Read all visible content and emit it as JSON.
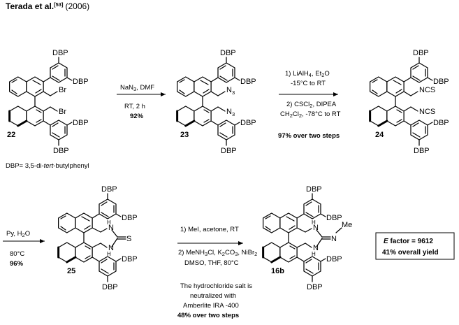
{
  "header": {
    "author": "Terada et al.",
    "ref": "[53]",
    "year": "(2006)"
  },
  "labels": {
    "dbp": "DBP",
    "br": "Br",
    "n3": "N",
    "n3_sub": "3",
    "ncs": "NCS",
    "nh": "N",
    "h": "H",
    "s": "S",
    "me": "Me",
    "n_eq": "N"
  },
  "compounds": {
    "c22": "22",
    "c23": "23",
    "c24": "24",
    "c25": "25",
    "c16b": "16b"
  },
  "definition": {
    "prefix": "DBP= 3,5-di-",
    "italic": "tert",
    "suffix": "-butylphenyl"
  },
  "steps": {
    "s1": {
      "reagent": "NaN",
      "reagent_sub": "3",
      "reagent_tail": ", DMF",
      "time": "RT, 2 h",
      "yield": "92%"
    },
    "s2": {
      "line1_a": "1) LiAlH",
      "line1_sub": "4",
      "line1_b": ", Et",
      "line1_sub2": "2",
      "line1_c": "O",
      "line2": "-15°C to RT",
      "line3_a": "2) CSCl",
      "line3_sub": "2",
      "line3_b": ", DIPEA",
      "line4_a": "CH",
      "line4_sub": "2",
      "line4_b": "Cl",
      "line4_sub2": "2",
      "line4_c": ", -78°C to RT",
      "yield": "97% over two steps"
    },
    "s3": {
      "reagent_a": "Py, H",
      "reagent_sub": "2",
      "reagent_b": "O",
      "temp": "80°C",
      "yield": "96%"
    },
    "s4": {
      "line1": "1) MeI, acetone, RT",
      "line2_a": "2) MeNH",
      "line2_sub": "3",
      "line2_b": "Cl, K",
      "line2_sub2": "2",
      "line2_c": "CO",
      "line2_sub3": "3",
      "line2_d": ", NiBr",
      "line2_sub4": "2",
      "line3": "DMSO, THF, 80°C",
      "note1": "The hydrochloride salt is",
      "note2": "neutralized with",
      "note3": "Amberlite IRA -400",
      "yield": "48% over two steps"
    }
  },
  "efactor": {
    "label": "E",
    "value": " factor = 9612",
    "yield": "41% overall yield"
  }
}
